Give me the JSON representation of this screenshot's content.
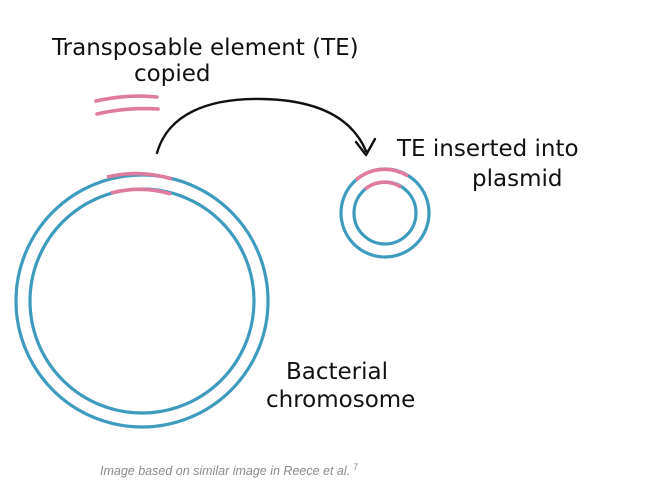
{
  "colors": {
    "dna": "#3d9bbd",
    "transposon": "#e07ba0",
    "ink": "#111111",
    "caption": "#8a8a8a"
  },
  "labels": {
    "te_line1": "Transposable element (TE)",
    "te_line2": "copied",
    "inserted_line1": "TE inserted into",
    "inserted_line2": "plasmid",
    "chromosome_line1": "Bacterial",
    "chromosome_line2": "chromosome"
  },
  "caption": {
    "text": "Image based on similar image in Reece et al.",
    "footnote": "7"
  }
}
